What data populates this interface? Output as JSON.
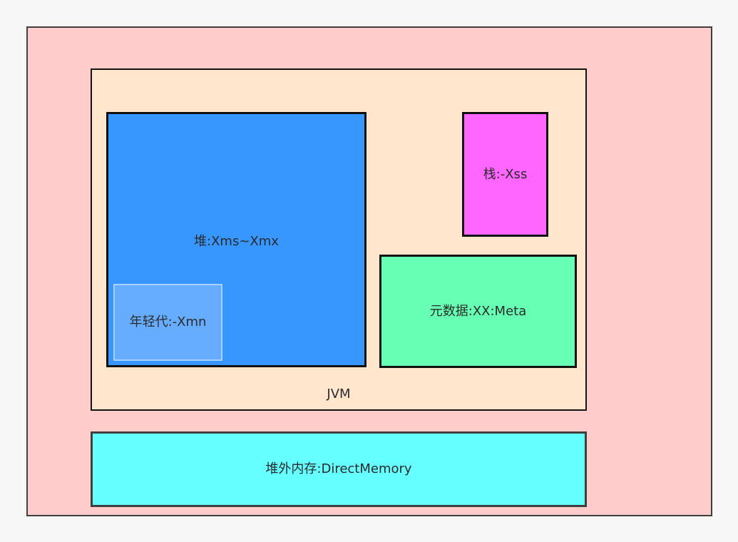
{
  "diagram": {
    "offheap_region": {
      "label": "堆外内存:DirectMemory"
    },
    "jvm_region": {
      "label": "JVM"
    },
    "heap_region": {
      "label": "堆:Xms~Xmx"
    },
    "young_gen_region": {
      "label": "年轻代:-Xmn"
    },
    "stack_region": {
      "label": "栈:-Xss"
    },
    "metaspace_region": {
      "label": "元数据:XX:Meta"
    }
  },
  "colors": {
    "background": "#f8f7f8",
    "outer_fill": "#ffcccc",
    "jvm_fill": "#ffe6cc",
    "heap_fill": "#3797ff",
    "young_gen_fill": "#66adff",
    "stack_fill": "#ff66ff",
    "metaspace_fill": "#66ffb3",
    "offheap_fill": "#66ffff"
  }
}
